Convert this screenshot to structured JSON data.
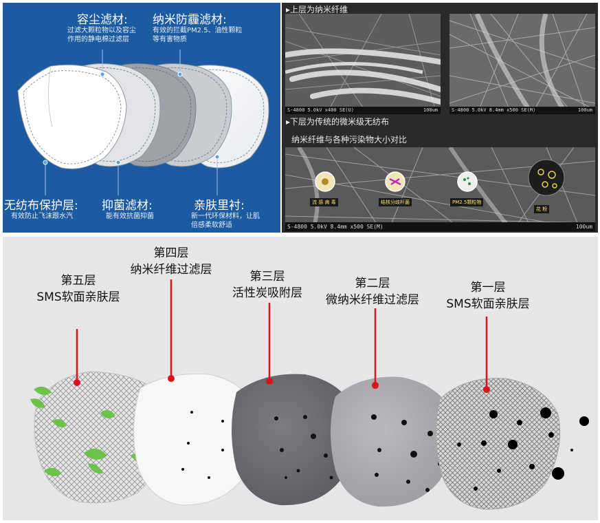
{
  "top_left": {
    "dust_filter": {
      "title": "容尘滤材:",
      "desc_1": "过滤大颗粒物以及容尘",
      "desc_2": "作用的静电棉过滤层"
    },
    "nano_filter": {
      "title": "纳米防霾滤材:",
      "desc_1": "有效的拦截PM2.5、油性颗粒",
      "desc_2": "等有害物质"
    },
    "nonwoven": {
      "title": "无纺布保护层:",
      "desc": "有效防止飞沫跟水汽"
    },
    "antibacterial": {
      "title": "抑菌滤材:",
      "desc": "能有效抗菌抑菌"
    },
    "skin_lining": {
      "title": "亲肤里衬:",
      "desc_1": "新一代环保材料，让肌",
      "desc_2": "倍感柔软舒适"
    }
  },
  "top_right": {
    "upper_title": "上层为纳米纤维",
    "lower_title": "下层为传统的微米级无纺布",
    "compare_title": "纳米纤维与各种污染物大小对比",
    "sem_caption_1": "S-4800 5.0kV x400 SE(U)",
    "sem_scale_1": "100um",
    "sem_caption_2": "S-4800 5.0kV 8.4mm x500 SE(M)",
    "sem_scale_2": "100um",
    "sem_caption_3": "S-4800 5.0kV 8.4mm x500 SE(M)",
    "sem_scale_3": "100um",
    "pollutants": [
      "流 感 病 毒",
      "结核分歧杆菌",
      "PM2.5颗粒物",
      "花 粉"
    ]
  },
  "bottom": {
    "layer5": {
      "line1": "第五层",
      "line2": "SMS软面亲肤层"
    },
    "layer4": {
      "line1": "第四层",
      "line2": "纳米纤维过滤层"
    },
    "layer3": {
      "line1": "第三层",
      "line2": "活性炭吸附层"
    },
    "layer2": {
      "line1": "第二层",
      "line2": "微纳米纤维过滤层"
    },
    "layer1": {
      "line1": "第一层",
      "line2": "SMS软面亲肤层"
    }
  },
  "colors": {
    "blue_bg": "#1c5aa1",
    "pointer_red": "#d8141c",
    "leaf_green": "#6cc24a"
  }
}
